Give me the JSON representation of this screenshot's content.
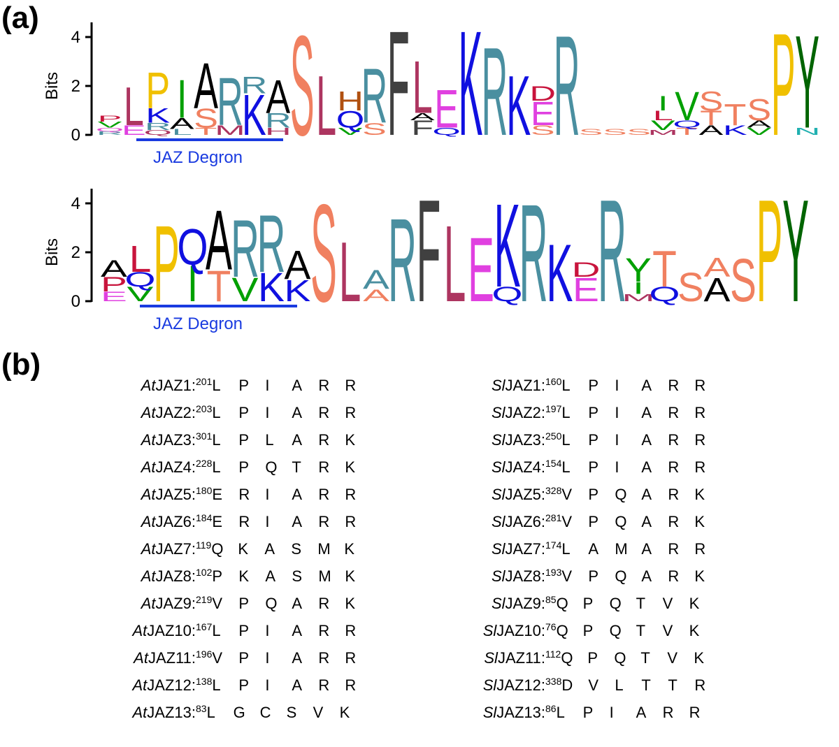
{
  "panel_labels": {
    "a": "(a)",
    "b": "(b)"
  },
  "logos": [
    {
      "ylabel": "Bits",
      "yticks": [
        "0",
        "2",
        "4"
      ],
      "annotation": "JAZ Degron",
      "columns": [
        [
          [
            "R",
            "#4a8fa0",
            0.15
          ],
          [
            "Q",
            "#e04ad0",
            0.15
          ],
          [
            "V",
            "#00a000",
            0.25
          ],
          [
            "P",
            "#c8143c",
            0.25
          ]
        ],
        [
          [
            "E",
            "#e040e0",
            0.4
          ],
          [
            "L",
            "#ad3560",
            1.6
          ]
        ],
        [
          [
            "Q",
            "#ad3560",
            0.2
          ],
          [
            "R",
            "#4a8fa0",
            0.3
          ],
          [
            "K",
            "#1010e0",
            0.6
          ],
          [
            "P",
            "#f0c000",
            1.5
          ]
        ],
        [
          [
            "L",
            "#4a8fa0",
            0.25
          ],
          [
            "A",
            "#000000",
            0.45
          ],
          [
            "I",
            "#00a000",
            1.6
          ]
        ],
        [
          [
            "T",
            "#f08060",
            0.3
          ],
          [
            "S",
            "#f08060",
            0.8
          ],
          [
            "A",
            "#000000",
            1.9
          ]
        ],
        [
          [
            "M",
            "#ad3560",
            0.4
          ],
          [
            "R",
            "#4a8fa0",
            2.0
          ]
        ],
        [
          [
            "K",
            "#1010e0",
            1.7
          ],
          [
            "R",
            "#4a8fa0",
            0.7
          ]
        ],
        [
          [
            "H",
            "#ad3560",
            0.3
          ],
          [
            "R",
            "#4a8fa0",
            0.6
          ],
          [
            "A",
            "#000000",
            1.4
          ]
        ],
        [
          [
            "S",
            "#f08060",
            4.2
          ]
        ],
        [
          [
            "L",
            "#ad3560",
            2.5
          ]
        ],
        [
          [
            "V",
            "#00a000",
            0.3
          ],
          [
            "Q",
            "#1010e0",
            0.7
          ],
          [
            "H",
            "#b05010",
            0.8
          ]
        ],
        [
          [
            "S",
            "#f08060",
            0.5
          ],
          [
            "R",
            "#4a8fa0",
            2.3
          ]
        ],
        [
          [
            "F",
            "#404040",
            4.4
          ]
        ],
        [
          [
            "F",
            "#404040",
            0.6
          ],
          [
            "A",
            "#000000",
            0.3
          ],
          [
            "L",
            "#ad3560",
            2.2
          ]
        ],
        [
          [
            "Q",
            "#1010e0",
            0.3
          ],
          [
            "E",
            "#e040e0",
            1.6
          ]
        ],
        [
          [
            "K",
            "#1010e0",
            4.4
          ]
        ],
        [
          [
            "R",
            "#4a8fa0",
            3.7
          ]
        ],
        [
          [
            "K",
            "#1010e0",
            2.5
          ]
        ],
        [
          [
            "S",
            "#f08060",
            0.4
          ],
          [
            "E",
            "#e040e0",
            1.0
          ],
          [
            "D",
            "#c8143c",
            0.6
          ]
        ],
        [
          [
            "R",
            "#4a8fa0",
            4.2
          ]
        ],
        [
          [
            "S",
            "#f08060",
            0.25
          ]
        ],
        [
          [
            "S",
            "#f08060",
            0.25
          ]
        ],
        [
          [
            "S",
            "#f08060",
            0.25
          ]
        ],
        [
          [
            "M",
            "#ad3560",
            0.2
          ],
          [
            "V",
            "#00a000",
            0.4
          ],
          [
            "L",
            "#c8143c",
            0.4
          ],
          [
            "I",
            "#00a000",
            0.6
          ]
        ],
        [
          [
            "T",
            "#f08060",
            0.3
          ],
          [
            "Q",
            "#1010e0",
            0.3
          ],
          [
            "V",
            "#00a000",
            1.2
          ]
        ],
        [
          [
            "A",
            "#000000",
            0.4
          ],
          [
            "T",
            "#f08060",
            0.6
          ],
          [
            "S",
            "#f08060",
            0.8
          ]
        ],
        [
          [
            "K",
            "#1010e0",
            0.4
          ],
          [
            "T",
            "#f08060",
            0.9
          ]
        ],
        [
          [
            "V",
            "#00a000",
            0.3
          ],
          [
            "A",
            "#000000",
            0.3
          ],
          [
            "S",
            "#f08060",
            0.9
          ]
        ],
        [
          [
            "P",
            "#f0c000",
            4.3
          ]
        ],
        [
          [
            "N",
            "#20b0b0",
            0.3
          ],
          [
            "Y",
            "#006400",
            3.9
          ]
        ]
      ]
    },
    {
      "ylabel": "Bits",
      "yticks": [
        "0",
        "2",
        "4"
      ],
      "annotation": "JAZ Degron",
      "columns": [
        [
          [
            "E",
            "#e040e0",
            0.4
          ],
          [
            "P",
            "#c8143c",
            0.6
          ],
          [
            "A",
            "#000000",
            0.7
          ]
        ],
        [
          [
            "V",
            "#00a000",
            0.6
          ],
          [
            "Q",
            "#1010e0",
            0.6
          ],
          [
            "L",
            "#c8143c",
            1.1
          ]
        ],
        [
          [
            "P",
            "#f0c000",
            3.2
          ]
        ],
        [
          [
            "I",
            "#00a000",
            1.5
          ],
          [
            "Q",
            "#1010e0",
            1.5
          ]
        ],
        [
          [
            "T",
            "#f08060",
            1.3
          ],
          [
            "A",
            "#000000",
            2.5
          ]
        ],
        [
          [
            "V",
            "#00a000",
            1.0
          ],
          [
            "R",
            "#4a8fa0",
            2.4
          ]
        ],
        [
          [
            "K",
            "#1010e0",
            1.2
          ],
          [
            "R",
            "#4a8fa0",
            2.4
          ]
        ],
        [
          [
            "K",
            "#1010e0",
            0.9
          ],
          [
            "A",
            "#000000",
            1.2
          ]
        ],
        [
          [
            "S",
            "#f08060",
            4.1
          ]
        ],
        [
          [
            "L",
            "#ad3560",
            2.5
          ]
        ],
        [
          [
            "A",
            "#f08060",
            0.5
          ],
          [
            "A",
            "#4a8fa0",
            0.8
          ]
        ],
        [
          [
            "R",
            "#4a8fa0",
            3.5
          ]
        ],
        [
          [
            "F",
            "#404040",
            4.3
          ]
        ],
        [
          [
            "L",
            "#ad3560",
            3.2
          ]
        ],
        [
          [
            "E",
            "#e040e0",
            2.7
          ]
        ],
        [
          [
            "Q",
            "#1010e0",
            0.6
          ],
          [
            "K",
            "#1010e0",
            3.5
          ]
        ],
        [
          [
            "R",
            "#4a8fa0",
            4.1
          ]
        ],
        [
          [
            "K",
            "#1010e0",
            2.4
          ]
        ],
        [
          [
            "E",
            "#e040e0",
            1.0
          ],
          [
            "D",
            "#c8143c",
            0.6
          ]
        ],
        [
          [
            "R",
            "#4a8fa0",
            4.3
          ]
        ],
        [
          [
            "M",
            "#ad3560",
            0.3
          ],
          [
            "I",
            "#00a000",
            0.5
          ],
          [
            "Y",
            "#00a000",
            1.0
          ]
        ],
        [
          [
            "Q",
            "#1010e0",
            0.6
          ],
          [
            "T",
            "#f08060",
            1.5
          ]
        ],
        [
          [
            "S",
            "#f08060",
            1.2
          ]
        ],
        [
          [
            "A",
            "#000000",
            1.0
          ],
          [
            "A",
            "#f08060",
            0.8
          ]
        ],
        [
          [
            "S",
            "#f08060",
            1.8
          ]
        ],
        [
          [
            "P",
            "#f0c000",
            4.3
          ]
        ],
        [
          [
            "Y",
            "#006400",
            4.3
          ]
        ]
      ]
    }
  ],
  "table": {
    "at": [
      {
        "prefix": "At",
        "name": "JAZ1:",
        "start": "201",
        "residues": [
          "L",
          "P",
          "I",
          "A",
          "R",
          "R"
        ]
      },
      {
        "prefix": "At",
        "name": "JAZ2:",
        "start": "203",
        "residues": [
          "L",
          "P",
          "I",
          "A",
          "R",
          "R"
        ]
      },
      {
        "prefix": "At",
        "name": "JAZ3:",
        "start": "301",
        "residues": [
          "L",
          "P",
          "L",
          "A",
          "R",
          "K"
        ]
      },
      {
        "prefix": "At",
        "name": "JAZ4:",
        "start": "228",
        "residues": [
          "L",
          "P",
          "Q",
          "T",
          "R",
          "K"
        ]
      },
      {
        "prefix": "At",
        "name": "JAZ5:",
        "start": "180",
        "residues": [
          "E",
          "R",
          "I",
          "A",
          "R",
          "R"
        ]
      },
      {
        "prefix": "At",
        "name": "JAZ6:",
        "start": "184",
        "residues": [
          "E",
          "R",
          "I",
          "A",
          "R",
          "R"
        ]
      },
      {
        "prefix": "At",
        "name": "JAZ7:",
        "start": "119",
        "residues": [
          "Q",
          "K",
          "A",
          "S",
          "M",
          "K"
        ]
      },
      {
        "prefix": "At",
        "name": "JAZ8:",
        "start": "102",
        "residues": [
          "P",
          "K",
          "A",
          "S",
          "M",
          "K"
        ]
      },
      {
        "prefix": "At",
        "name": "JAZ9:",
        "start": "219",
        "residues": [
          "V",
          "P",
          "Q",
          "A",
          "R",
          "K"
        ]
      },
      {
        "prefix": "At",
        "name": "JAZ10:",
        "start": "167",
        "residues": [
          "L",
          "P",
          "I",
          "A",
          "R",
          "R"
        ]
      },
      {
        "prefix": "At",
        "name": "JAZ11:",
        "start": "196",
        "residues": [
          "V",
          "P",
          "I",
          "A",
          "R",
          "R"
        ]
      },
      {
        "prefix": "At",
        "name": "JAZ12:",
        "start": "138",
        "residues": [
          "L",
          "P",
          "I",
          "A",
          "R",
          "R"
        ]
      },
      {
        "prefix": "At",
        "name": "JAZ13:",
        "start": "83",
        "residues": [
          "L",
          "G",
          "C",
          "S",
          "V",
          "K"
        ]
      }
    ],
    "sl": [
      {
        "prefix": "Sl",
        "name": "JAZ1:",
        "start": "160",
        "residues": [
          "L",
          "P",
          "I",
          "A",
          "R",
          "R"
        ]
      },
      {
        "prefix": "Sl",
        "name": "JAZ2:",
        "start": "197",
        "residues": [
          "L",
          "P",
          "I",
          "A",
          "R",
          "R"
        ]
      },
      {
        "prefix": "Sl",
        "name": "JAZ3:",
        "start": "250",
        "residues": [
          "L",
          "P",
          "I",
          "A",
          "R",
          "R"
        ]
      },
      {
        "prefix": "Sl",
        "name": "JAZ4:",
        "start": "154",
        "residues": [
          "L",
          "P",
          "I",
          "A",
          "R",
          "R"
        ]
      },
      {
        "prefix": "Sl",
        "name": "JAZ5:",
        "start": "328",
        "residues": [
          "V",
          "P",
          "Q",
          "A",
          "R",
          "K"
        ]
      },
      {
        "prefix": "Sl",
        "name": "JAZ6:",
        "start": "281",
        "residues": [
          "V",
          "P",
          "Q",
          "A",
          "R",
          "K"
        ]
      },
      {
        "prefix": "Sl",
        "name": "JAZ7:",
        "start": "174",
        "residues": [
          "L",
          "A",
          "M",
          "A",
          "R",
          "R"
        ]
      },
      {
        "prefix": "Sl",
        "name": "JAZ8:",
        "start": "193",
        "residues": [
          "V",
          "P",
          "Q",
          "A",
          "R",
          "K"
        ]
      },
      {
        "prefix": "Sl",
        "name": "JAZ9:",
        "start": "85",
        "residues": [
          "Q",
          "P",
          "Q",
          "T",
          "V",
          "K"
        ]
      },
      {
        "prefix": "Sl",
        "name": "JAZ10:",
        "start": "76",
        "residues": [
          "Q",
          "P",
          "Q",
          "T",
          "V",
          "K"
        ]
      },
      {
        "prefix": "Sl",
        "name": "JAZ11:",
        "start": "112",
        "residues": [
          "Q",
          "P",
          "Q",
          "T",
          "V",
          "K"
        ]
      },
      {
        "prefix": "Sl",
        "name": "JAZ12:",
        "start": "338",
        "residues": [
          "D",
          "V",
          "L",
          "T",
          "T",
          "R"
        ]
      },
      {
        "prefix": "Sl",
        "name": "JAZ13:",
        "start": "86",
        "residues": [
          "L",
          "P",
          "I",
          "A",
          "R",
          "R"
        ]
      }
    ]
  }
}
